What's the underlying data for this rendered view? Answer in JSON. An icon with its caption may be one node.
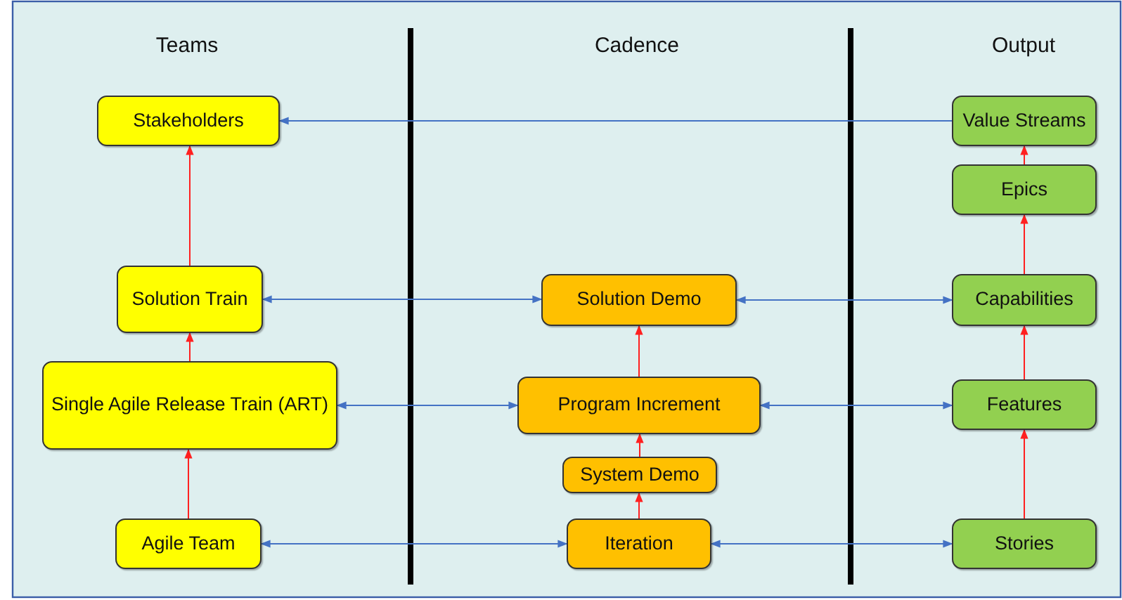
{
  "diagram": {
    "nodes": [
      {
        "text": [
          "Stakeholders"
        ]
      },
      {
        "text": [
          "Solution Train"
        ]
      },
      {
        "text": [
          "Single Agile Release Train (ART)"
        ]
      },
      {
        "text": [
          "Agile Team"
        ]
      },
      {
        "text": [
          "Solution Demo"
        ]
      },
      {
        "text": [
          "Program Increment"
        ]
      },
      {
        "text": [
          "System Demo"
        ]
      },
      {
        "text": [
          "Iteration"
        ]
      },
      {
        "text": [
          "Value Streams"
        ]
      },
      {
        "text": [
          "Epics"
        ]
      },
      {
        "text": [
          "Capabilities"
        ]
      },
      {
        "text": [
          "Features"
        ]
      },
      {
        "text": [
          "Stories"
        ]
      }
    ],
    "edges": [
      {
        "from": 3,
        "to": 2,
        "arrow": "to"
      },
      {
        "from": 2,
        "to": 1,
        "arrow": "to"
      },
      {
        "from": 1,
        "to": 0,
        "arrow": "to"
      },
      {
        "from": 7,
        "to": 6,
        "arrow": "to"
      },
      {
        "from": 6,
        "to": 5,
        "arrow": "to"
      },
      {
        "from": 5,
        "to": 4,
        "arrow": "to"
      },
      {
        "from": 12,
        "to": 11,
        "arrow": "to"
      },
      {
        "from": 11,
        "to": 10,
        "arrow": "to"
      },
      {
        "from": 10,
        "to": 9,
        "arrow": "to"
      },
      {
        "from": 9,
        "to": 8,
        "arrow": "to"
      },
      {
        "from": 8,
        "to": 0,
        "arrow": "to",
        "color": "#4472c4"
      },
      {
        "from": 1,
        "to": 4,
        "arrow": "both",
        "color": "#4472c4"
      },
      {
        "from": 4,
        "to": 10,
        "arrow": "both",
        "color": "#4472c4"
      },
      {
        "from": 2,
        "to": 5,
        "arrow": "both",
        "color": "#4472c4"
      },
      {
        "from": 5,
        "to": 11,
        "arrow": "both",
        "color": "#4472c4"
      },
      {
        "from": 3,
        "to": 7,
        "arrow": "both",
        "color": "#4472c4"
      },
      {
        "from": 7,
        "to": 12,
        "arrow": "both",
        "color": "#4472c4"
      }
    ],
    "labels": [
      "Teams",
      "Cadence",
      "Output"
    ]
  }
}
